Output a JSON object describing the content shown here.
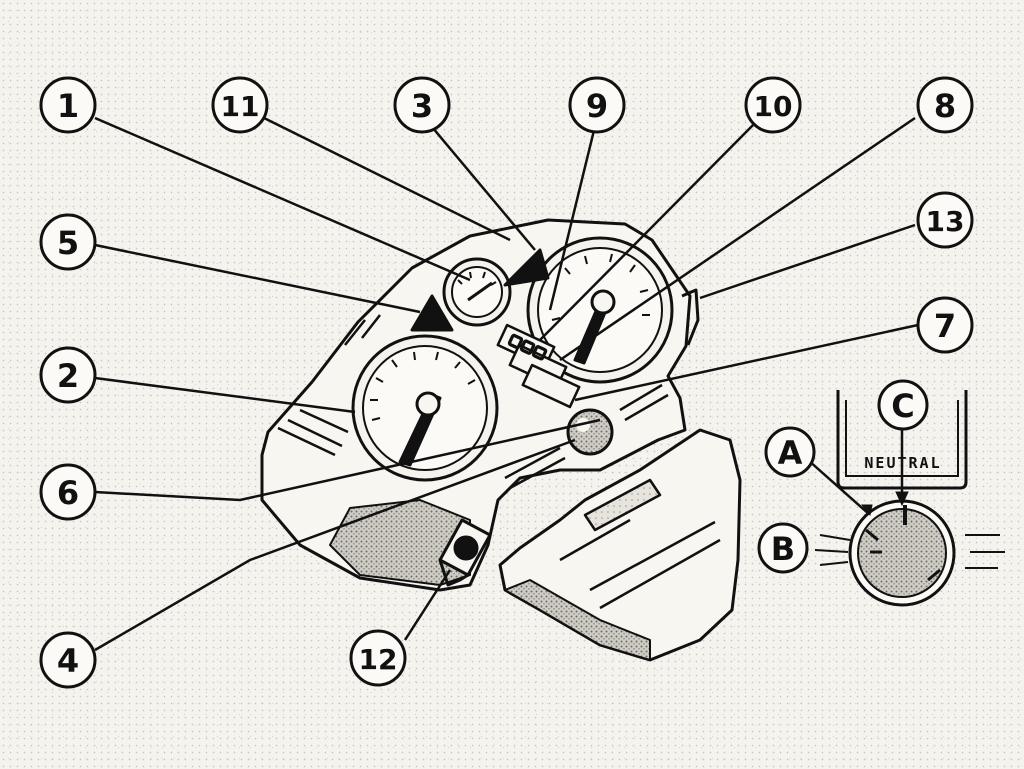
{
  "callouts": {
    "c1": "1",
    "c2": "2",
    "c3": "3",
    "c4": "4",
    "c5": "5",
    "c6": "6",
    "c7": "7",
    "c8": "8",
    "c9": "9",
    "c10": "10",
    "c11": "11",
    "c12": "12",
    "c13": "13"
  },
  "inset": {
    "label_a": "A",
    "label_b": "B",
    "label_c": "C",
    "neutral_label": "NEUTRAL"
  },
  "colors": {
    "ink": "#111111",
    "paper": "#f4f3ee"
  }
}
